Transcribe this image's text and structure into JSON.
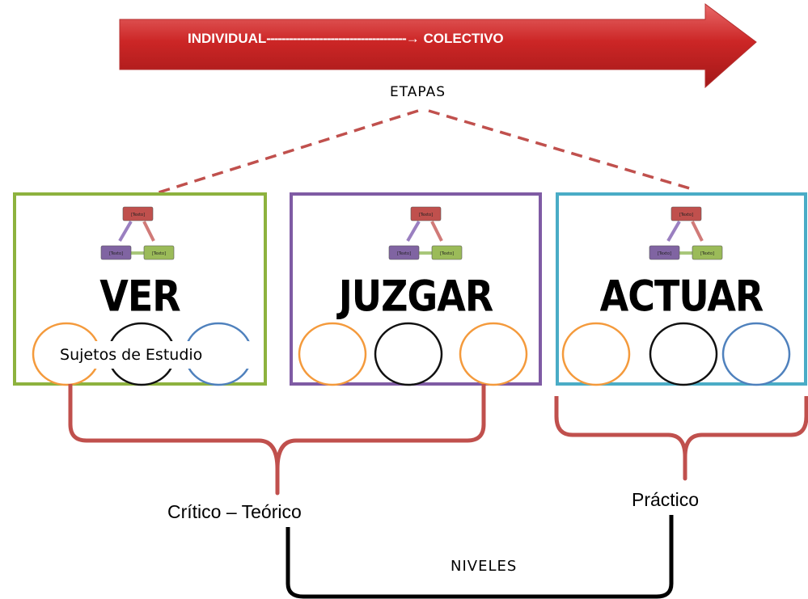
{
  "arrow": {
    "start": "INDIVIDUAL",
    "dashes": "-------------------------------------",
    "arrowhead": "→",
    "end": "COLECTIVO",
    "color": "#cc2626"
  },
  "etapas_label": "ETAPAS",
  "stages": [
    {
      "title": "VER",
      "border_color": "#8db23e",
      "circle_colors": [
        "#f49a3c",
        "#111111",
        "#4f81bd"
      ],
      "circle_label": "Sujetos de Estudio"
    },
    {
      "title": "JUZGAR",
      "border_color": "#7f5ba4",
      "circle_colors": [
        "#f49a3c",
        "#111111",
        "#f49a3c"
      ]
    },
    {
      "title": "ACTUAR",
      "border_color": "#4aacc6",
      "circle_colors": [
        "#f49a3c",
        "#111111",
        "#4f81bd"
      ]
    }
  ],
  "mini_diagram_label": "[Texto]",
  "mini_colors": {
    "top": "#c0504d",
    "left": "#8064a2",
    "right": "#9bbb59"
  },
  "levels": {
    "critico": "Crítico – Teórico",
    "practico": "Práctico",
    "niveles": "NIVELES"
  },
  "colors": {
    "dashed_line": "#c0504d",
    "brace": "#c0504d",
    "niveles_bracket": "#000000"
  }
}
